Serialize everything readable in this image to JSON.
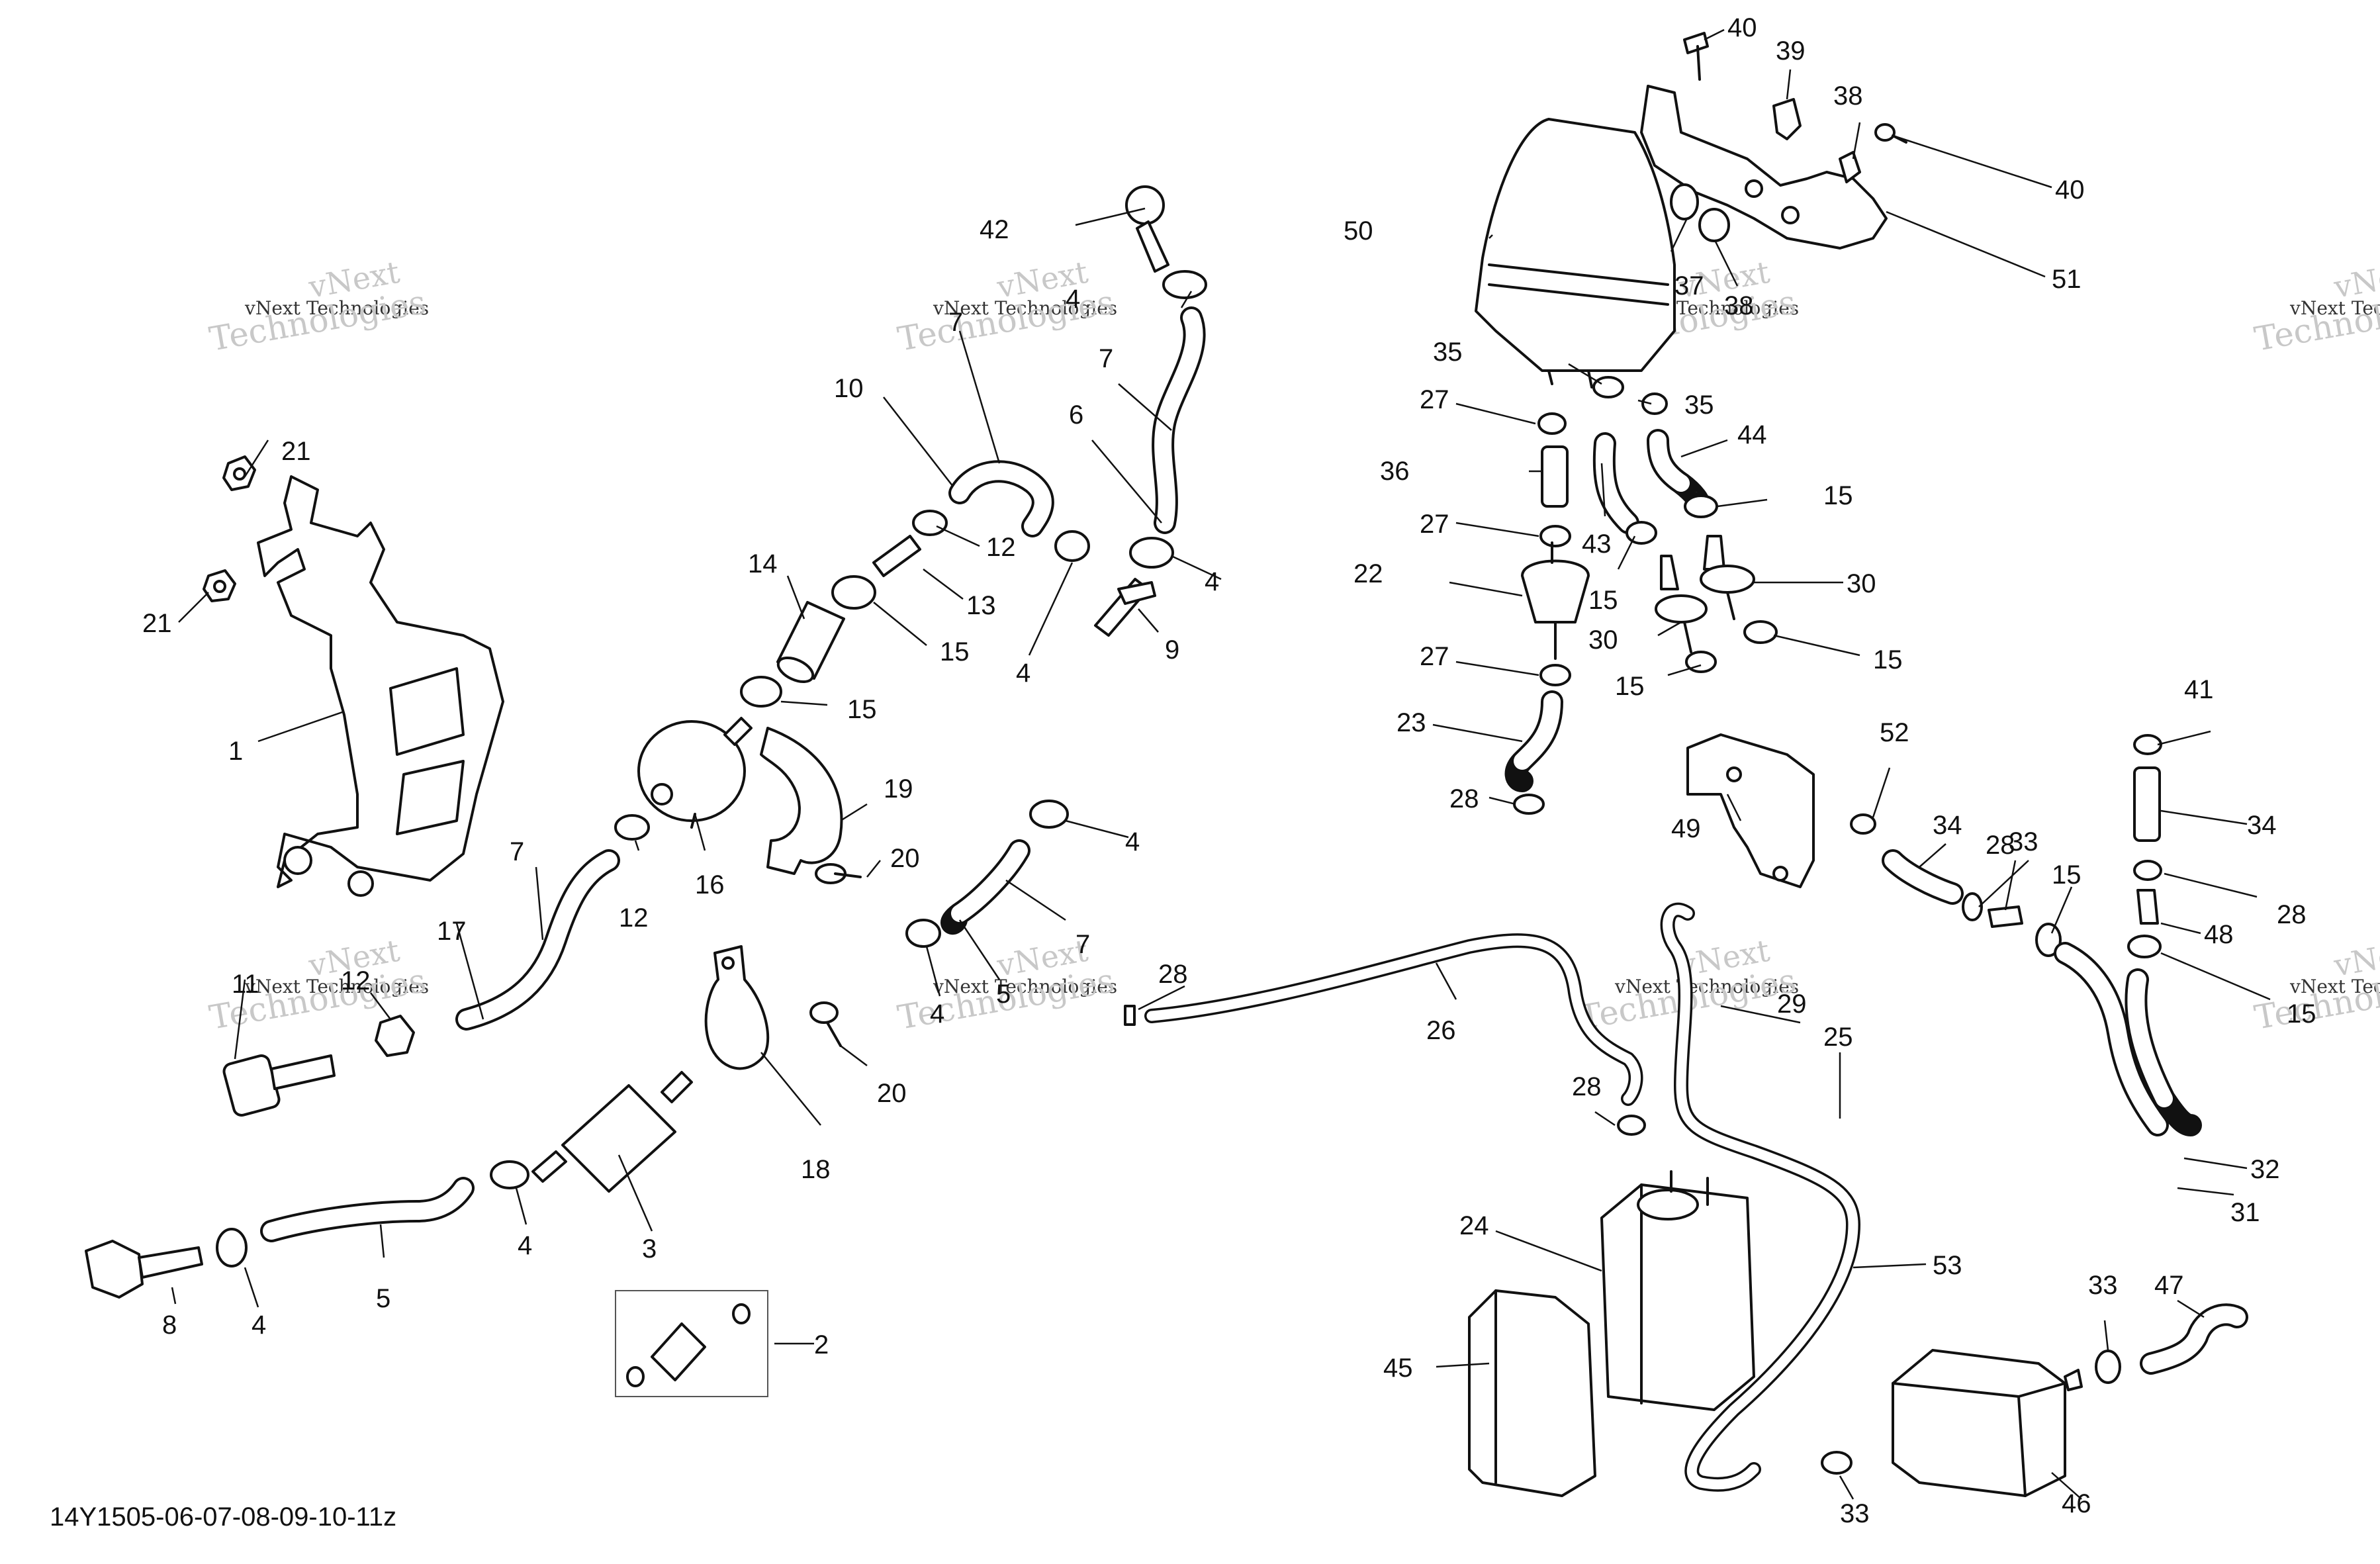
{
  "diagram_code": "14Y1505-06-07-08-09-10-11z",
  "watermark": {
    "line1": "vNext",
    "line2": "vNext Technologies",
    "line3": "Technologies"
  },
  "callouts": [
    {
      "id": "c1",
      "text": "1"
    },
    {
      "id": "c2",
      "text": "2"
    },
    {
      "id": "c3",
      "text": "3"
    },
    {
      "id": "c4a",
      "text": "4"
    },
    {
      "id": "c4b",
      "text": "4"
    },
    {
      "id": "c4c",
      "text": "4"
    },
    {
      "id": "c4d",
      "text": "4"
    },
    {
      "id": "c4e",
      "text": "4"
    },
    {
      "id": "c4f",
      "text": "4"
    },
    {
      "id": "c4g",
      "text": "4"
    },
    {
      "id": "c5a",
      "text": "5"
    },
    {
      "id": "c5b",
      "text": "5"
    },
    {
      "id": "c6",
      "text": "6"
    },
    {
      "id": "c7a",
      "text": "7"
    },
    {
      "id": "c7b",
      "text": "7"
    },
    {
      "id": "c7c",
      "text": "7"
    },
    {
      "id": "c7d",
      "text": "7"
    },
    {
      "id": "c8",
      "text": "8"
    },
    {
      "id": "c9",
      "text": "9"
    },
    {
      "id": "c10",
      "text": "10"
    },
    {
      "id": "c11",
      "text": "11"
    },
    {
      "id": "c12a",
      "text": "12"
    },
    {
      "id": "c12b",
      "text": "12"
    },
    {
      "id": "c12c",
      "text": "12"
    },
    {
      "id": "c13",
      "text": "13"
    },
    {
      "id": "c14",
      "text": "14"
    },
    {
      "id": "c15a",
      "text": "15"
    },
    {
      "id": "c15b",
      "text": "15"
    },
    {
      "id": "c15c",
      "text": "15"
    },
    {
      "id": "c15d",
      "text": "15"
    },
    {
      "id": "c15e",
      "text": "15"
    },
    {
      "id": "c15f",
      "text": "15"
    },
    {
      "id": "c15g",
      "text": "15"
    },
    {
      "id": "c15h",
      "text": "15"
    },
    {
      "id": "c16",
      "text": "16"
    },
    {
      "id": "c17",
      "text": "17"
    },
    {
      "id": "c18",
      "text": "18"
    },
    {
      "id": "c19",
      "text": "19"
    },
    {
      "id": "c20a",
      "text": "20"
    },
    {
      "id": "c20b",
      "text": "20"
    },
    {
      "id": "c21a",
      "text": "21"
    },
    {
      "id": "c21b",
      "text": "21"
    },
    {
      "id": "c22",
      "text": "22"
    },
    {
      "id": "c23",
      "text": "23"
    },
    {
      "id": "c24",
      "text": "24"
    },
    {
      "id": "c25",
      "text": "25"
    },
    {
      "id": "c26",
      "text": "26"
    },
    {
      "id": "c27a",
      "text": "27"
    },
    {
      "id": "c27b",
      "text": "27"
    },
    {
      "id": "c27c",
      "text": "27"
    },
    {
      "id": "c28a",
      "text": "28"
    },
    {
      "id": "c28b",
      "text": "28"
    },
    {
      "id": "c28c",
      "text": "28"
    },
    {
      "id": "c28d",
      "text": "28"
    },
    {
      "id": "c28e",
      "text": "28"
    },
    {
      "id": "c29",
      "text": "29"
    },
    {
      "id": "c30a",
      "text": "30"
    },
    {
      "id": "c30b",
      "text": "30"
    },
    {
      "id": "c31",
      "text": "31"
    },
    {
      "id": "c32",
      "text": "32"
    },
    {
      "id": "c33a",
      "text": "33"
    },
    {
      "id": "c33b",
      "text": "33"
    },
    {
      "id": "c33c",
      "text": "33"
    },
    {
      "id": "c34a",
      "text": "34"
    },
    {
      "id": "c34b",
      "text": "34"
    },
    {
      "id": "c35a",
      "text": "35"
    },
    {
      "id": "c35b",
      "text": "35"
    },
    {
      "id": "c36",
      "text": "36"
    },
    {
      "id": "c37",
      "text": "37"
    },
    {
      "id": "c38a",
      "text": "38"
    },
    {
      "id": "c38b",
      "text": "38"
    },
    {
      "id": "c39",
      "text": "39"
    },
    {
      "id": "c40a",
      "text": "40"
    },
    {
      "id": "c40b",
      "text": "40"
    },
    {
      "id": "c41",
      "text": "41"
    },
    {
      "id": "c42",
      "text": "42"
    },
    {
      "id": "c43",
      "text": "43"
    },
    {
      "id": "c44",
      "text": "44"
    },
    {
      "id": "c45",
      "text": "45"
    },
    {
      "id": "c46",
      "text": "46"
    },
    {
      "id": "c47",
      "text": "47"
    },
    {
      "id": "c48",
      "text": "48"
    },
    {
      "id": "c49",
      "text": "49"
    },
    {
      "id": "c50",
      "text": "50"
    },
    {
      "id": "c51",
      "text": "51"
    },
    {
      "id": "c52",
      "text": "52"
    },
    {
      "id": "c53",
      "text": "53"
    }
  ]
}
